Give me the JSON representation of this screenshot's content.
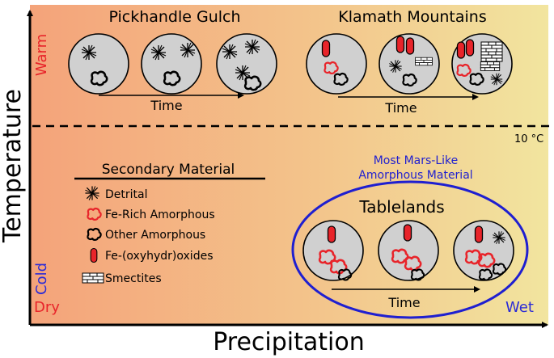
{
  "axes": {
    "y_label": "Temperature",
    "x_label": "Precipitation",
    "warm": "Warm",
    "cold": "Cold",
    "dry": "Dry",
    "wet": "Wet",
    "threshold": "10 °C"
  },
  "sites": {
    "pickhandle": {
      "title": "Pickhandle Gulch",
      "time": "Time"
    },
    "klamath": {
      "title": "Klamath Mountains",
      "time": "Time"
    },
    "tablelands": {
      "title": "Tablelands",
      "time": "Time",
      "callout_line1": "Most Mars-Like",
      "callout_line2": "Amorphous Material"
    }
  },
  "legend": {
    "title": "Secondary Material",
    "items": [
      {
        "label": "Detrital",
        "icon": "detrital-icon"
      },
      {
        "label": "Fe-Rich Amorphous",
        "icon": "fe-rich-amorphous-icon"
      },
      {
        "label": "Other Amorphous",
        "icon": "other-amorphous-icon"
      },
      {
        "label": "Fe-(oxyhydr)oxides",
        "icon": "fe-oxyhydroxide-icon"
      },
      {
        "label": "Smectites",
        "icon": "smectite-icon"
      }
    ]
  },
  "colors": {
    "warm": "#e8242a",
    "cold": "#2b2bd6",
    "fe_red": "#e8242a",
    "ellipse": "#1f1fd0",
    "circle_fill": "#d0d0d0",
    "bg_left": "#f4a878",
    "bg_right": "#f3e39a"
  }
}
